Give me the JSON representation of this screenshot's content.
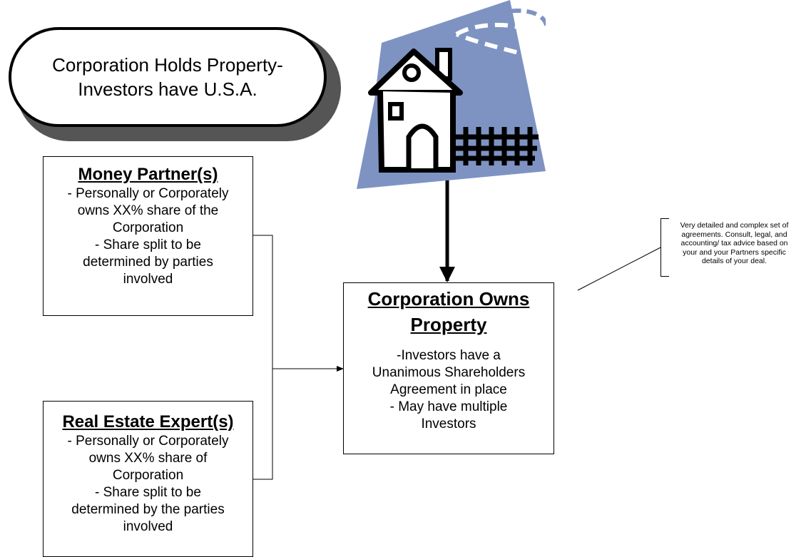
{
  "title": {
    "line1": "Corporation Holds Property-",
    "line2": "Investors have U.S.A."
  },
  "money_partner": {
    "heading": "Money Partner(s)",
    "lines": [
      "- Personally or Corporately",
      "owns XX% share of the",
      "Corporation",
      "- Share split to be",
      "determined by parties",
      "involved"
    ]
  },
  "real_estate_expert": {
    "heading": "Real Estate Expert(s)",
    "lines": [
      "- Personally or Corporately",
      "owns XX% share of",
      "Corporation",
      "- Share split to be",
      "determined by the parties",
      "involved"
    ]
  },
  "corporation": {
    "heading_line1": "Corporation Owns",
    "heading_line2": "Property",
    "lines": [
      "-Investors have a",
      "Unanimous Shareholders",
      "Agreement in place",
      "- May have multiple",
      "Investors"
    ]
  },
  "note": {
    "lines": [
      "Very detailed and complex set of",
      "agreements.  Consult, legal, and",
      "accounting/ tax advice based on",
      "your and your Partners specific",
      "details of your deal."
    ]
  },
  "colors": {
    "house_background": "#7E93C2",
    "ink": "#000000"
  },
  "icons": {
    "house": "house-clipart-icon"
  }
}
